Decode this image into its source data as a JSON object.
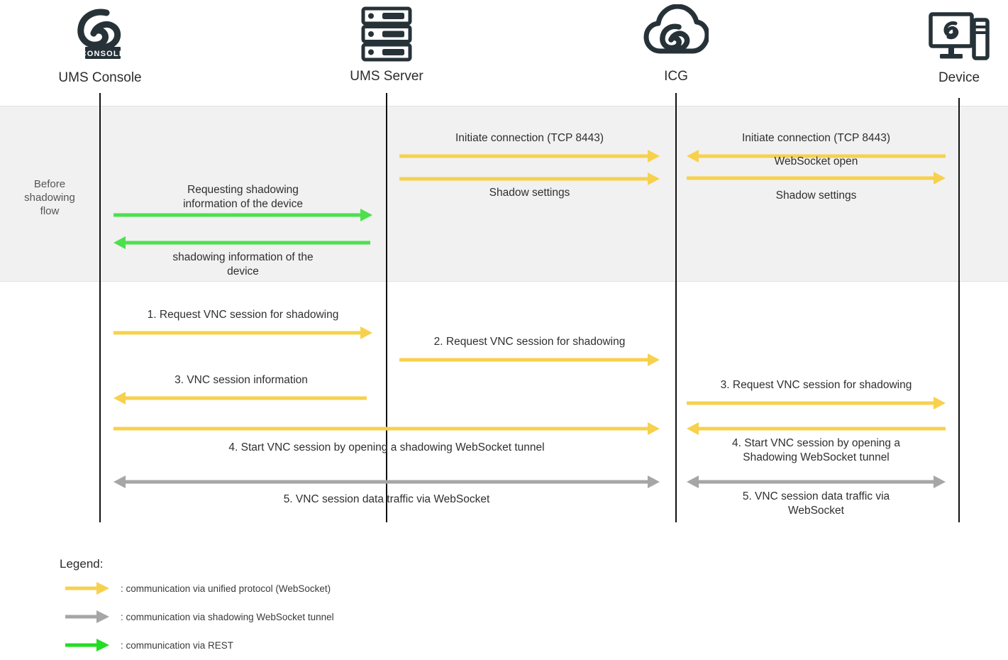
{
  "diagram": {
    "title": "UMS shadowing sequence flow",
    "colors": {
      "unified_protocol": "#F7D14E",
      "shadowing_tunnel": "#A6A6A6",
      "rest": "#4CE04C",
      "lifeline": "#111111",
      "band_background": "#F1F1F1",
      "text": "#2F2F2F"
    }
  },
  "actors": [
    {
      "id": "ums-console",
      "label": "UMS Console",
      "icon": "ums-console-logo-icon"
    },
    {
      "id": "ums-server",
      "label": "UMS Server",
      "icon": "server-rack-icon"
    },
    {
      "id": "icg",
      "label": "ICG",
      "icon": "cloud-gateway-icon"
    },
    {
      "id": "device",
      "label": "Device",
      "icon": "desktop-device-icon"
    }
  ],
  "phase": {
    "label": "Before\nshadowing\nflow"
  },
  "messages": {
    "pre_flow": [
      {
        "id": "pre-1",
        "label": "Requesting shadowing\ninformation of the device",
        "from": "ums-console",
        "to": "ums-server",
        "direction": "right",
        "channel": "rest"
      },
      {
        "id": "pre-2",
        "label": "shadowing information of the\ndevice",
        "from": "ums-server",
        "to": "ums-console",
        "direction": "left",
        "channel": "rest"
      },
      {
        "id": "pre-3",
        "label": "Initiate connection (TCP 8443)",
        "from": "ums-server",
        "to": "icg",
        "direction": "right",
        "channel": "unified_protocol"
      },
      {
        "id": "pre-4",
        "label": "Shadow settings",
        "from": "ums-server",
        "to": "icg",
        "direction": "right",
        "channel": "unified_protocol"
      },
      {
        "id": "pre-5",
        "label": "Initiate connection (TCP 8443)",
        "from": "device",
        "to": "icg",
        "direction": "left",
        "channel": "unified_protocol"
      },
      {
        "id": "pre-6",
        "label": "WebSocket open",
        "from": "icg",
        "to": "device",
        "direction": "right",
        "channel": "unified_protocol"
      },
      {
        "id": "pre-7",
        "label": "Shadow settings",
        "from": "icg",
        "to": "device",
        "direction": "right",
        "channel": "unified_protocol"
      }
    ],
    "main_flow": [
      {
        "id": "step-1",
        "number": "1.",
        "label": "Request VNC session for shadowing",
        "from": "ums-console",
        "to": "ums-server",
        "direction": "right",
        "channel": "unified_protocol"
      },
      {
        "id": "step-2",
        "number": "2.",
        "label": "Request VNC session for shadowing",
        "from": "ums-server",
        "to": "icg",
        "direction": "right",
        "channel": "unified_protocol"
      },
      {
        "id": "step-3a",
        "number": "3.",
        "label": "VNC session information",
        "from": "ums-server",
        "to": "ums-console",
        "direction": "left",
        "channel": "unified_protocol"
      },
      {
        "id": "step-3b",
        "number": "3.",
        "label": "Request VNC session for shadowing",
        "from": "icg",
        "to": "device",
        "direction": "right",
        "channel": "unified_protocol"
      },
      {
        "id": "step-4a",
        "number": "4.",
        "label": "Start VNC session by opening a shadowing WebSocket tunnel",
        "from": "ums-console",
        "to": "icg",
        "direction": "right",
        "channel": "unified_protocol"
      },
      {
        "id": "step-4b",
        "number": "4.",
        "label": "Start VNC session by opening a\nShadowing WebSocket tunnel",
        "from": "device",
        "to": "icg",
        "direction": "left",
        "channel": "unified_protocol"
      },
      {
        "id": "step-5a",
        "number": "5.",
        "label": "VNC session data traffic via WebSocket",
        "from": "ums-console",
        "to": "icg",
        "direction": "both",
        "channel": "shadowing_tunnel"
      },
      {
        "id": "step-5b",
        "number": "5.",
        "label": "VNC session data traffic via\nWebSocket",
        "from": "icg",
        "to": "device",
        "direction": "both",
        "channel": "shadowing_tunnel"
      }
    ]
  },
  "legend": {
    "title": "Legend:",
    "items": [
      {
        "id": "legend-unified",
        "channel": "unified_protocol",
        "text": ": communication via unified protocol (WebSocket)"
      },
      {
        "id": "legend-tunnel",
        "channel": "shadowing_tunnel",
        "text": ": communication via shadowing WebSocket tunnel"
      },
      {
        "id": "legend-rest",
        "channel": "rest",
        "text": ": communication via REST"
      }
    ]
  },
  "captions": {
    "step1_full": "1.   Request VNC session for shadowing",
    "step2_full": "2.   Request VNC session for shadowing",
    "step3a_full": "3.   VNC session information",
    "step3b_full": "3.   Request VNC session for shadowing",
    "step4a_full": "4.   Start VNC session by opening a shadowing WebSocket tunnel",
    "step4b_full": "4.   Start VNC session by opening a\nShadowing WebSocket tunnel",
    "step5a_full": "5.   VNC session data traffic via WebSocket",
    "step5b_full": "5.   VNC session data traffic via\nWebSocket",
    "pre1": "Requesting shadowing\ninformation of the device",
    "pre2": "shadowing information of the\ndevice",
    "pre3": "Initiate connection (TCP 8443)",
    "pre4": "Shadow settings",
    "pre5": "Initiate connection (TCP 8443)",
    "pre6": "WebSocket open",
    "pre7": "Shadow settings"
  }
}
